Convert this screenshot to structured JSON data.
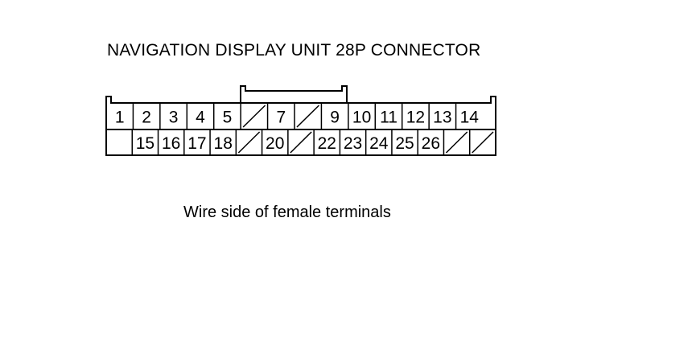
{
  "diagram": {
    "title": "NAVIGATION DISPLAY UNIT 28P CONNECTOR",
    "caption": "Wire side of female terminals",
    "top_row": [
      "1",
      "2",
      "3",
      "4",
      "5",
      "/",
      "7",
      "/",
      "9",
      "10",
      "11",
      "12",
      "13",
      "14"
    ],
    "bottom_row": [
      "",
      "15",
      "16",
      "17",
      "18",
      "/",
      "20",
      "/",
      "22",
      "23",
      "24",
      "25",
      "26",
      "/",
      "/"
    ]
  }
}
